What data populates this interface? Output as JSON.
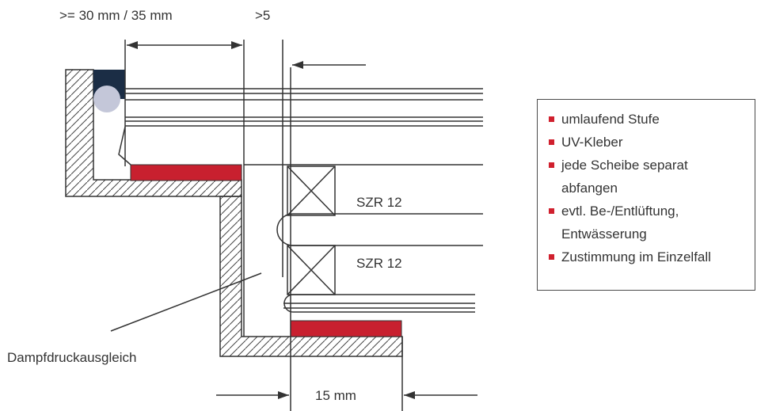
{
  "labels": {
    "dim_top_left": ">= 30 mm / 35 mm",
    "dim_top_right": ">5",
    "szr_upper": "SZR 12",
    "szr_lower": "SZR 12",
    "vapor": "Dampfdruckausgleich",
    "dim_bottom": "15 mm"
  },
  "legend": {
    "items": [
      "umlaufend Stufe",
      "UV-Kleber",
      "jede Scheibe separat",
      "evtl. Be-/Entlüftung,",
      "Zustimmung im Einzelfall"
    ],
    "continuations": [
      "abfangen",
      "Entwässerung"
    ]
  },
  "colors": {
    "bonding_strip": "#c8202f",
    "seal_block": "#1b2d45",
    "seal_round": "#c4c7d9",
    "line": "#333333",
    "bullet": "#d0202e"
  }
}
